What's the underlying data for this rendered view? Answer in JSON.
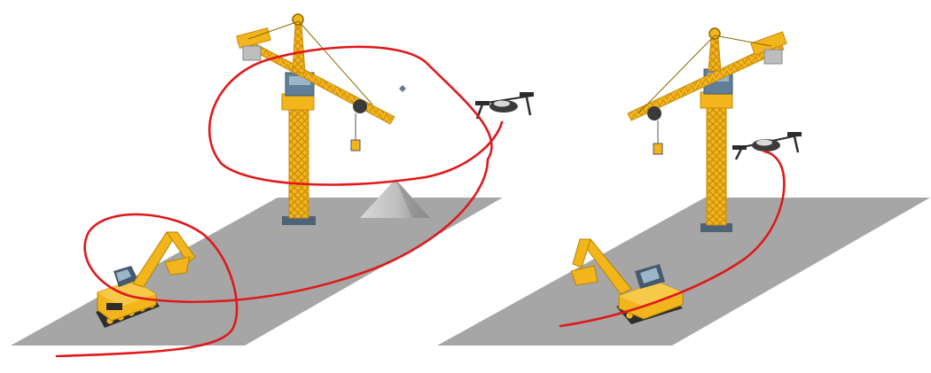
{
  "figure": {
    "panels": [
      {
        "id": "left",
        "objects": [
          "ground-plane",
          "tower-crane",
          "excavator",
          "drone",
          "gravel-pile"
        ],
        "trajectory": {
          "color": "#e0191b",
          "style": "looping"
        }
      },
      {
        "id": "right",
        "objects": [
          "ground-plane",
          "tower-crane",
          "excavator",
          "drone"
        ],
        "trajectory": {
          "color": "#e0191b",
          "style": "smooth"
        }
      }
    ],
    "colors": {
      "ground": "#a6a6a6",
      "crane": "#f2b51c",
      "crane_dark": "#c98a0c",
      "cab": "#5f7f98",
      "excavator": "#f2b51c",
      "track": "#2d2d2d",
      "trajectory": "#e0191b",
      "drone": "#2b2b2b"
    }
  }
}
